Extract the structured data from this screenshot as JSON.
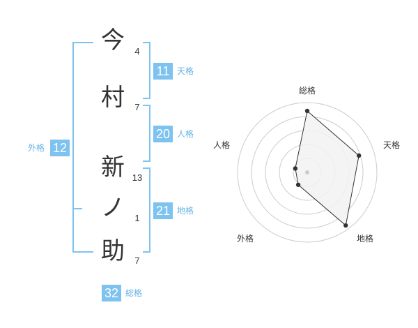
{
  "name": {
    "chars": [
      {
        "char": "今",
        "strokes": "4"
      },
      {
        "char": "村",
        "strokes": "7"
      },
      {
        "char": "新",
        "strokes": "13"
      },
      {
        "char": "ノ",
        "strokes": "1"
      },
      {
        "char": "助",
        "strokes": "7"
      }
    ]
  },
  "fortunes": {
    "tenkaku": {
      "value": "11",
      "label": "天格"
    },
    "jinkaku": {
      "value": "20",
      "label": "人格"
    },
    "chikaku": {
      "value": "21",
      "label": "地格"
    },
    "gaikaku": {
      "value": "12",
      "label": "外格"
    },
    "soukaku": {
      "value": "32",
      "label": "総格"
    }
  },
  "radar": {
    "labels": {
      "soukaku": "総格",
      "tenkaku": "天格",
      "chikaku": "地格",
      "gaikaku": "外格",
      "jinkaku": "人格"
    },
    "scores": {
      "soukaku": 0.88,
      "tenkaku": 0.78,
      "chikaku": 0.94,
      "gaikaku": 0.22,
      "jinkaku": 0.18
    },
    "colors": {
      "fill": "#f2f2f2",
      "grid": "#cccccc",
      "line": "#333333",
      "center": "#cccccc"
    }
  },
  "colors": {
    "accent": "#7ec3ef",
    "accent_text": "#66b3e6"
  }
}
